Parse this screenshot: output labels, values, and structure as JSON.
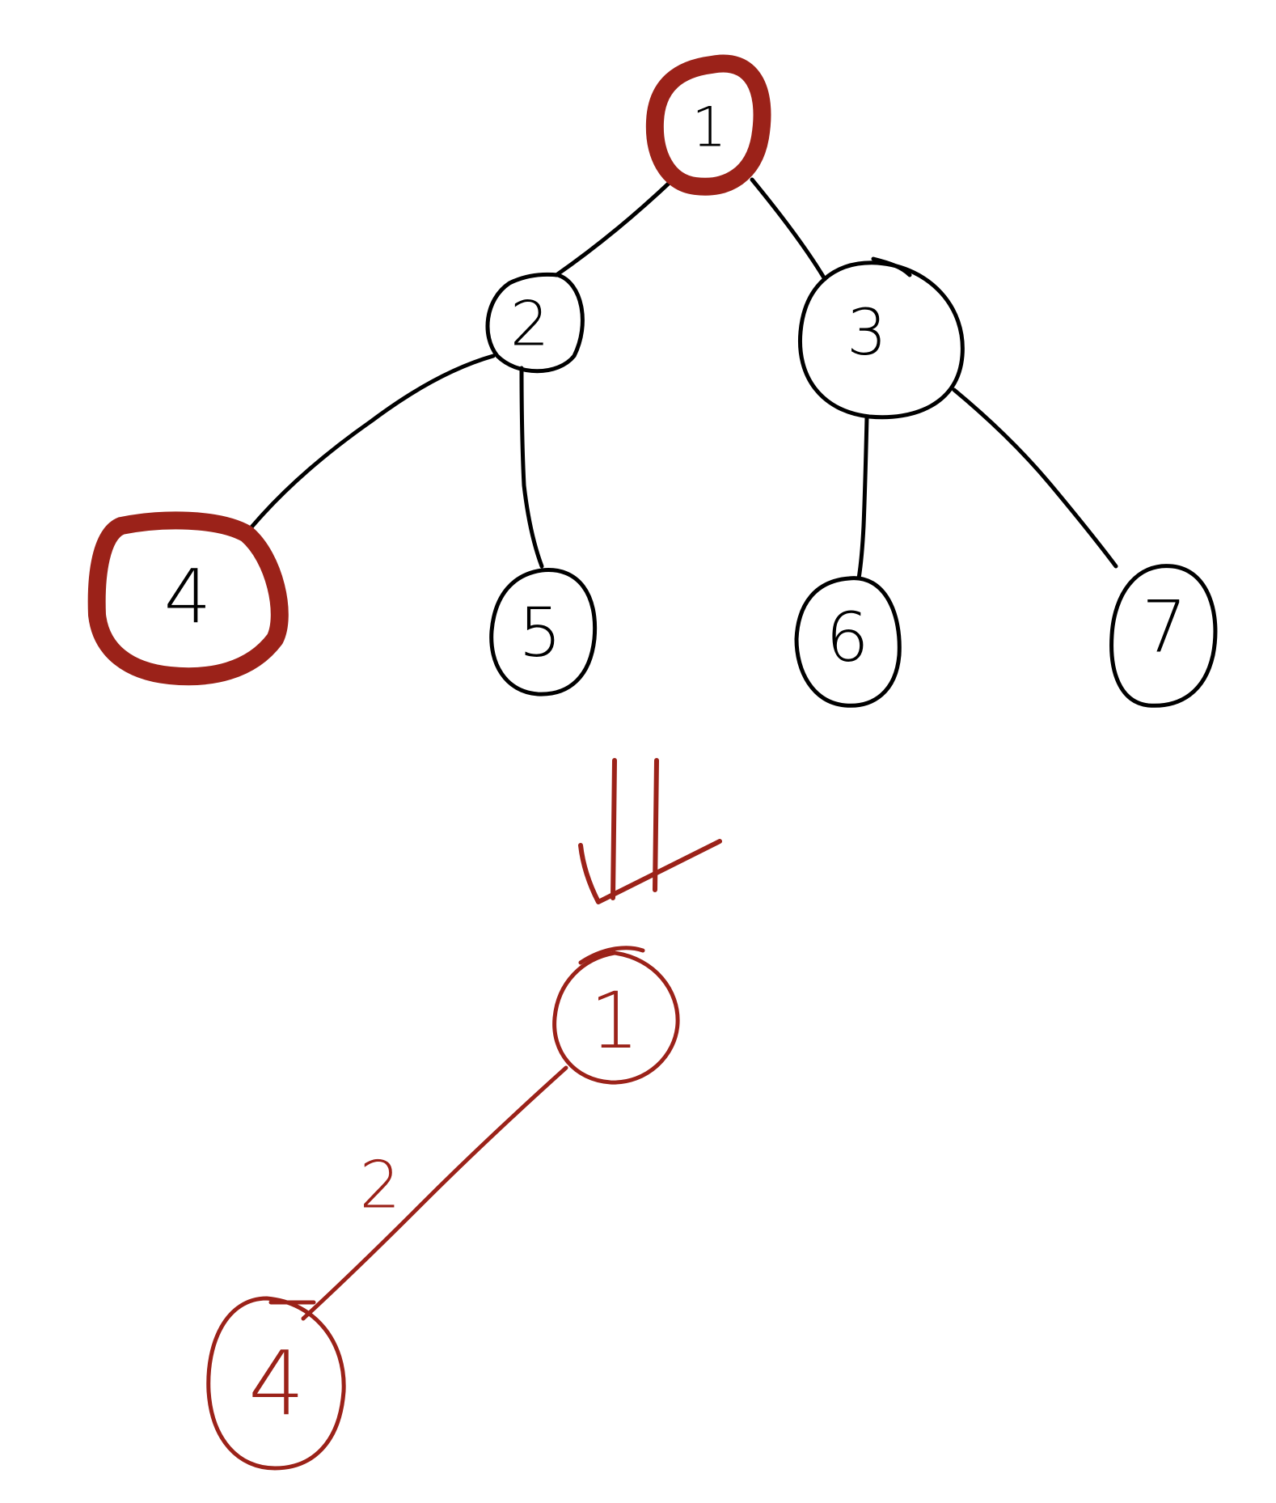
{
  "colors": {
    "ink": "#000000",
    "highlight": "#9b2219",
    "background": "#ffffff"
  },
  "original_tree": {
    "nodes": [
      {
        "id": "1",
        "label": "1",
        "highlighted": true
      },
      {
        "id": "2",
        "label": "2",
        "highlighted": false
      },
      {
        "id": "3",
        "label": "3",
        "highlighted": false
      },
      {
        "id": "4",
        "label": "4",
        "highlighted": true
      },
      {
        "id": "5",
        "label": "5",
        "highlighted": false
      },
      {
        "id": "6",
        "label": "6",
        "highlighted": false
      },
      {
        "id": "7",
        "label": "7",
        "highlighted": false
      }
    ],
    "edges": [
      {
        "from": "1",
        "to": "2"
      },
      {
        "from": "1",
        "to": "3"
      },
      {
        "from": "2",
        "to": "4"
      },
      {
        "from": "2",
        "to": "5"
      },
      {
        "from": "3",
        "to": "6"
      },
      {
        "from": "3",
        "to": "7"
      }
    ]
  },
  "transform_arrow": {
    "icon": "double-down-arrow-icon"
  },
  "result_tree": {
    "nodes": [
      {
        "id": "1",
        "label": "1"
      },
      {
        "id": "4",
        "label": "4"
      }
    ],
    "edges": [
      {
        "from": "1",
        "to": "4",
        "weight": "2"
      }
    ]
  }
}
